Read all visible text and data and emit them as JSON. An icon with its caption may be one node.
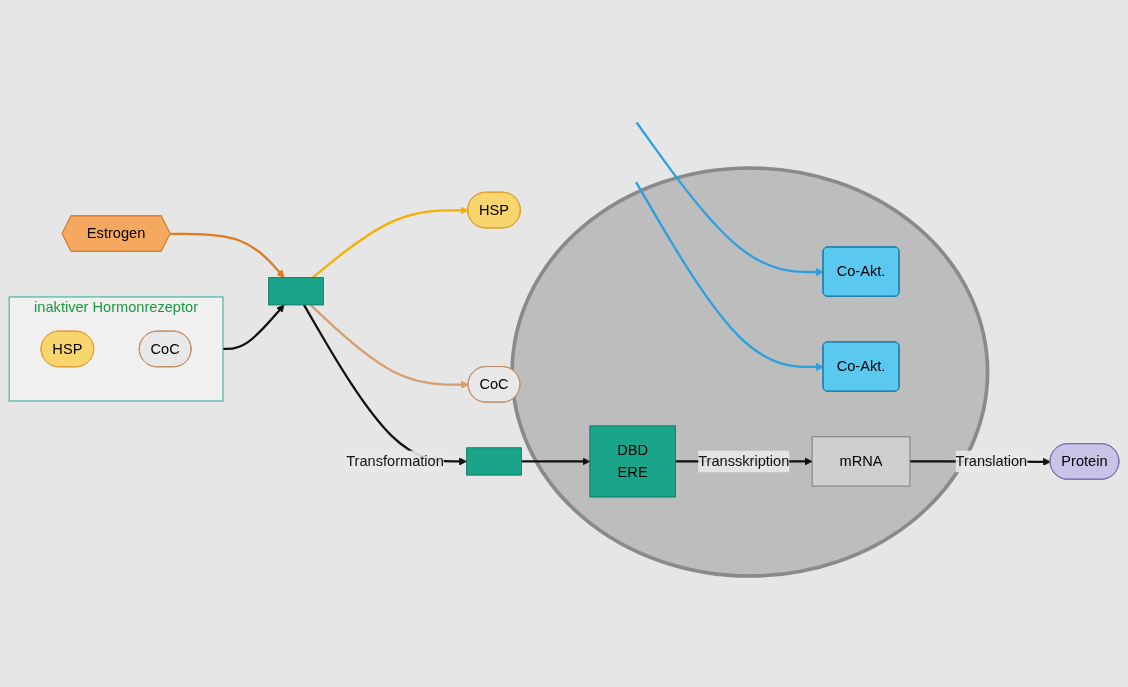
{
  "diagram": {
    "nodes": [
      {
        "text": [
          "Estrogen"
        ]
      },
      {
        "text": [],
        "shape": "box"
      },
      {
        "text": [
          "HSP"
        ]
      },
      {
        "text": [
          "CoC"
        ]
      },
      {
        "text": [],
        "shape": "box"
      },
      {
        "text": [],
        "shape": "circle"
      },
      {
        "text": [
          "Co-Akt."
        ],
        "in": 5
      },
      {
        "text": [
          "DBD",
          "ERE"
        ],
        "in": 5
      },
      {
        "text": [
          "Co-Akt."
        ],
        "in": 5
      },
      {
        "text": [
          "mRNA"
        ],
        "in": 5
      },
      {
        "text": [
          "Protein"
        ]
      },
      {
        "text": [
          "inaktiver Hormonrezeptor"
        ]
      },
      {
        "text": [
          "HSP"
        ],
        "in": 11
      },
      {
        "text": [
          "CoC"
        ],
        "in": 11
      }
    ],
    "edges": [
      {
        "from": 0,
        "to": 1,
        "arrow": "to",
        "color": "#e07b20"
      },
      {
        "from": 11,
        "to": 1,
        "arrow": "to"
      },
      {
        "from": 1,
        "to": 2,
        "arrow": "to",
        "color": "#f5b000"
      },
      {
        "from": 1,
        "to": 3,
        "arrow": "to",
        "color": "#d4a070"
      },
      {
        "from": 1,
        "to": 4,
        "label": "Transformation",
        "arrow": "to"
      },
      {
        "from": 4,
        "to": 7,
        "arrow": "to"
      },
      {
        "from": null,
        "to": 6,
        "arrow": "to",
        "color": "#2aa0e0"
      },
      {
        "from": null,
        "to": 8,
        "arrow": "to",
        "color": "#2aa0e0"
      },
      {
        "from": 7,
        "to": 9,
        "label": "Transskription",
        "arrow": "to"
      },
      {
        "from": 9,
        "to": 10,
        "label": "Translation",
        "arrow": "to"
      }
    ]
  }
}
